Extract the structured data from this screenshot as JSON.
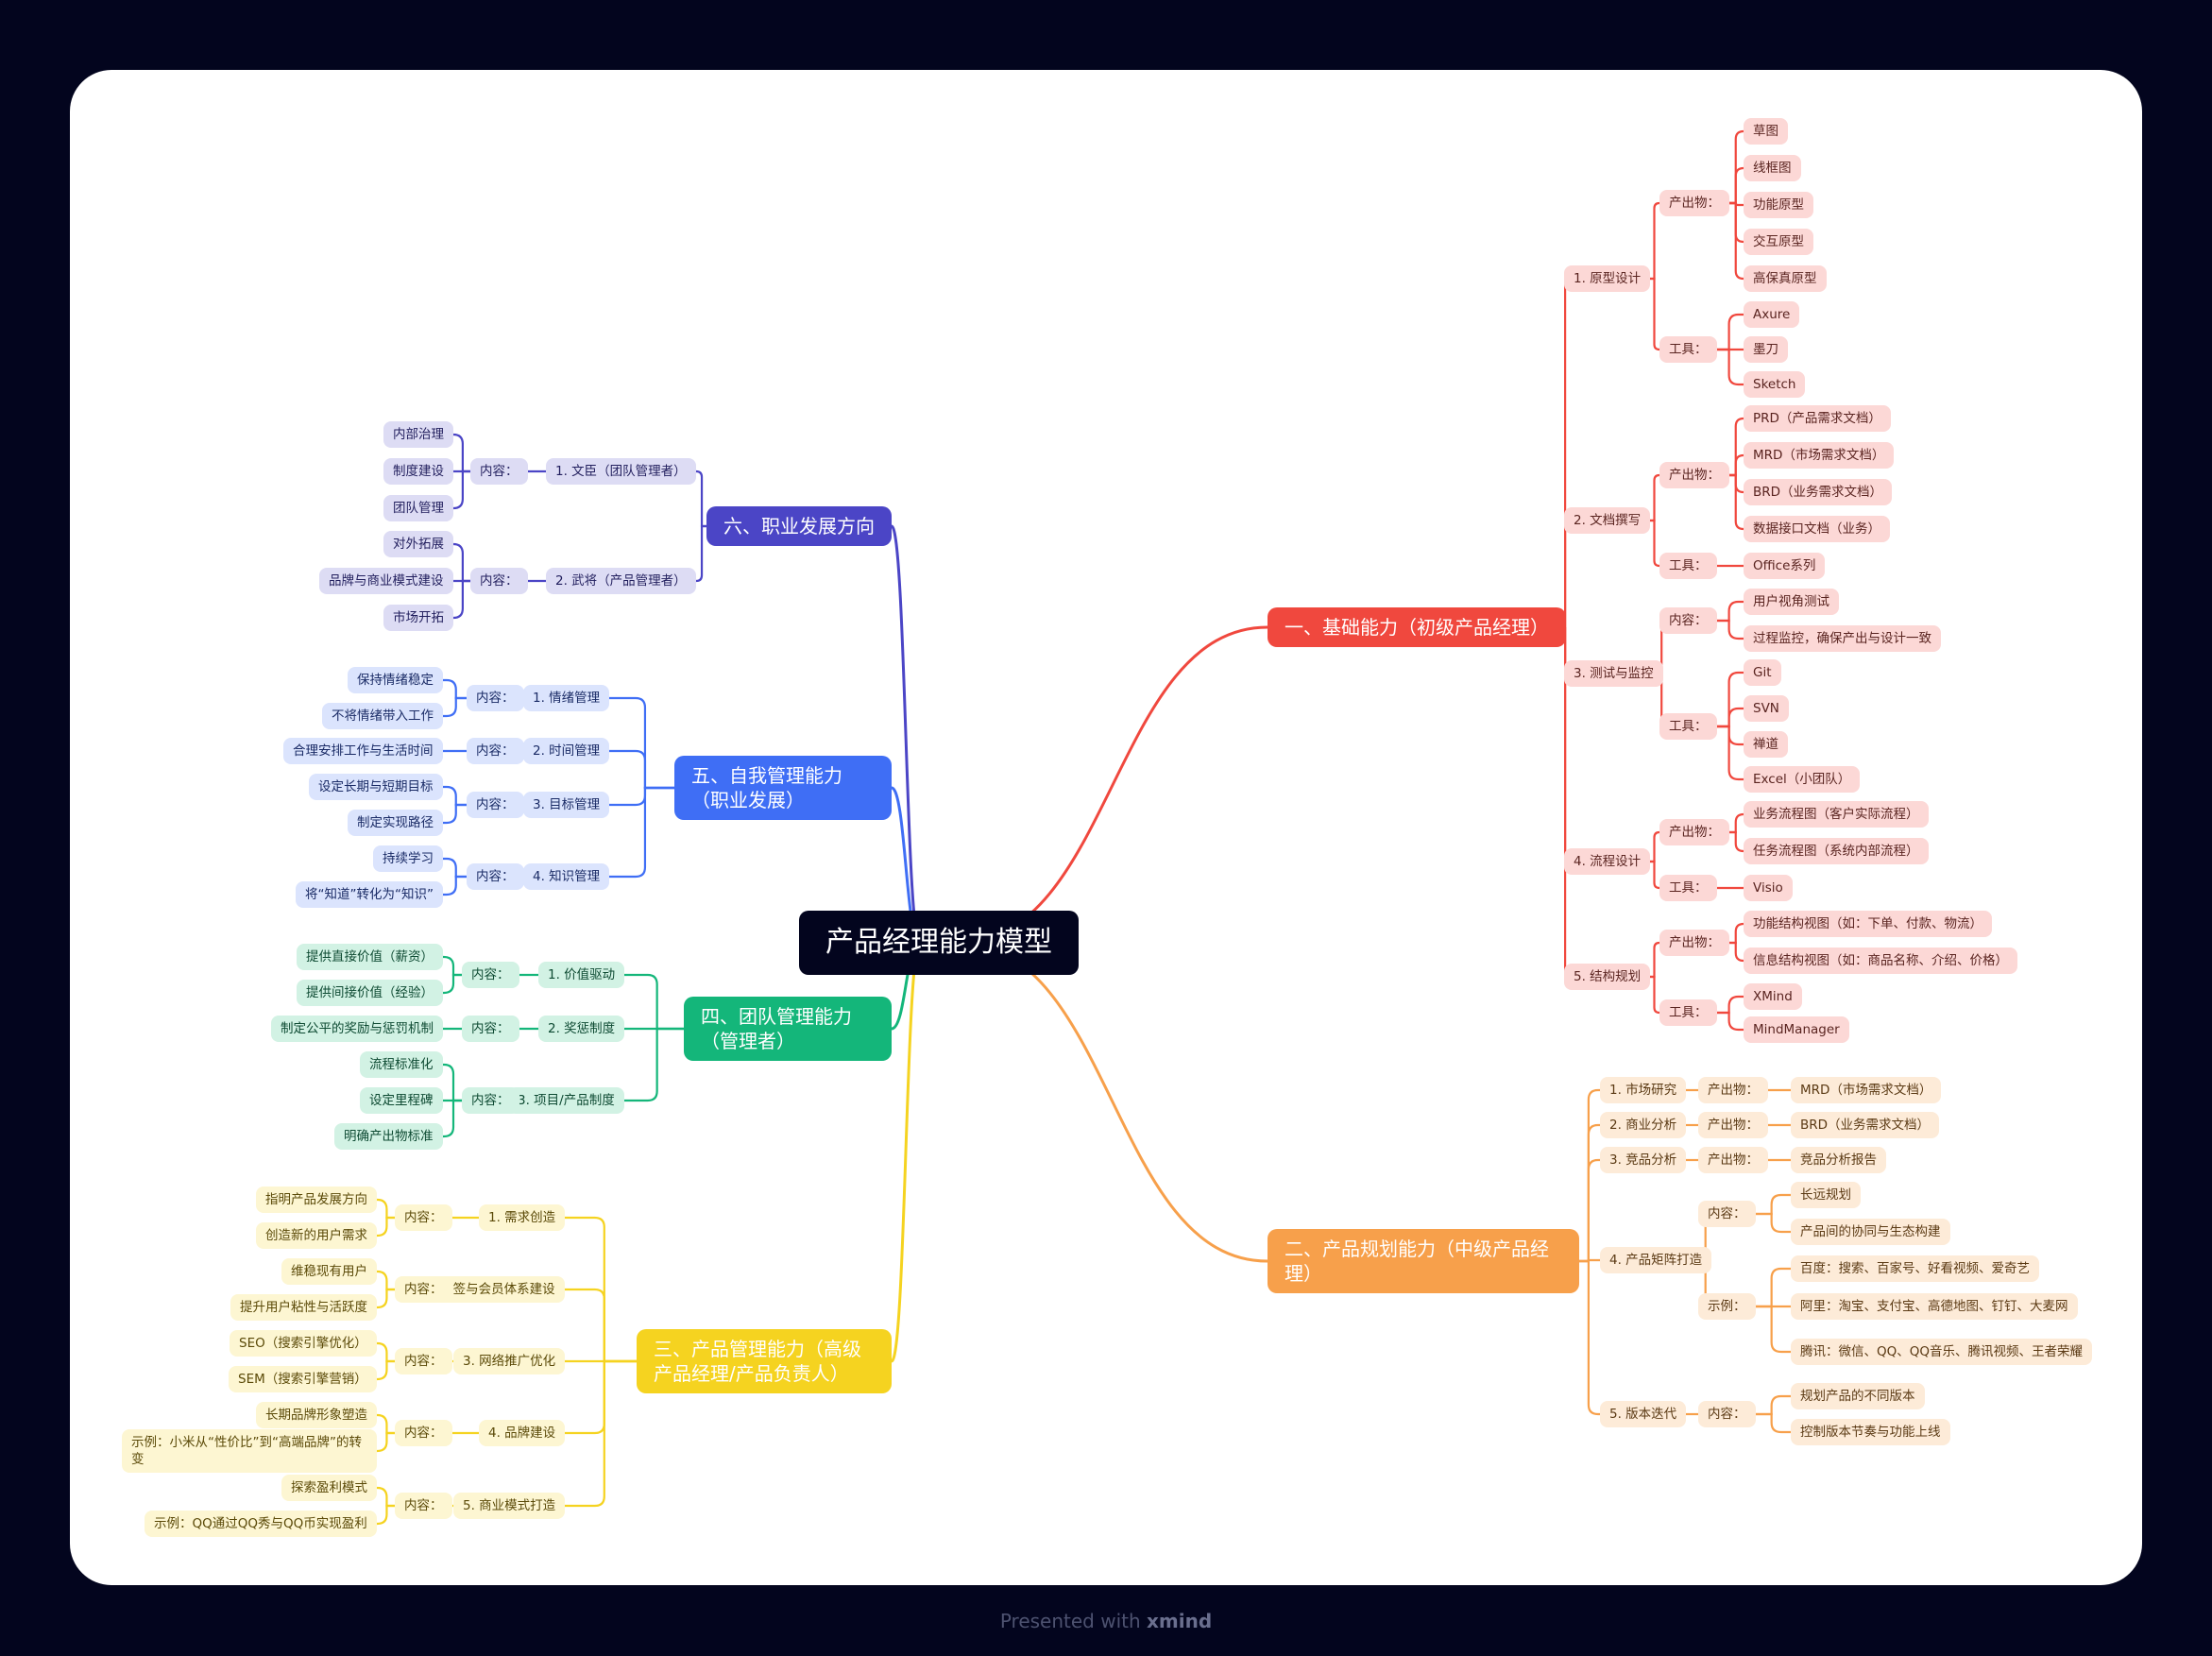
{
  "footer": {
    "prefix": "Presented with",
    "brand": "xmind"
  },
  "root": "产品经理能力模型",
  "branches": [
    {
      "title": "一、基础能力（初级产品经理）",
      "color": "#f0483e",
      "light": "#fcd8d6",
      "text": "#5a2420",
      "children": [
        {
          "text": "1. 原型设计",
          "children": [
            {
              "text": "产出物：",
              "children": [
                {
                  "text": "草图"
                },
                {
                  "text": "线框图"
                },
                {
                  "text": "功能原型"
                },
                {
                  "text": "交互原型"
                },
                {
                  "text": "高保真原型"
                }
              ]
            },
            {
              "text": "工具：",
              "children": [
                {
                  "text": "Axure"
                },
                {
                  "text": "墨刀"
                },
                {
                  "text": "Sketch"
                }
              ]
            }
          ]
        },
        {
          "text": "2. 文档撰写",
          "children": [
            {
              "text": "产出物：",
              "children": [
                {
                  "text": "PRD（产品需求文档）"
                },
                {
                  "text": "MRD（市场需求文档）"
                },
                {
                  "text": "BRD（业务需求文档）"
                },
                {
                  "text": "数据接口文档（业务）"
                }
              ]
            },
            {
              "text": "工具：",
              "children": [
                {
                  "text": "Office系列"
                }
              ]
            }
          ]
        },
        {
          "text": "3. 测试与监控",
          "children": [
            {
              "text": "内容：",
              "children": [
                {
                  "text": "用户视角测试"
                },
                {
                  "text": "过程监控，确保产出与设计一致"
                }
              ]
            },
            {
              "text": "工具：",
              "children": [
                {
                  "text": "Git"
                },
                {
                  "text": "SVN"
                },
                {
                  "text": "禅道"
                },
                {
                  "text": "Excel（小团队）"
                }
              ]
            }
          ]
        },
        {
          "text": "4. 流程设计",
          "children": [
            {
              "text": "产出物：",
              "children": [
                {
                  "text": "业务流程图（客户实际流程）"
                },
                {
                  "text": "任务流程图（系统内部流程）"
                }
              ]
            },
            {
              "text": "工具：",
              "children": [
                {
                  "text": "Visio"
                }
              ]
            }
          ]
        },
        {
          "text": "5. 结构规划",
          "children": [
            {
              "text": "产出物：",
              "children": [
                {
                  "text": "功能结构视图（如：下单、付款、物流）"
                },
                {
                  "text": "信息结构视图（如：商品名称、介绍、价格）"
                }
              ]
            },
            {
              "text": "工具：",
              "children": [
                {
                  "text": "XMind"
                },
                {
                  "text": "MindManager"
                }
              ]
            }
          ]
        }
      ]
    },
    {
      "title": "二、产品规划能力（中级产品经理）",
      "color": "#f7a04b",
      "light": "#fdebd8",
      "text": "#5b3a14",
      "children": [
        {
          "text": "1. 市场研究",
          "children": [
            {
              "text": "产出物：",
              "children": [
                {
                  "text": "MRD（市场需求文档）"
                }
              ]
            }
          ]
        },
        {
          "text": "2. 商业分析",
          "children": [
            {
              "text": "产出物：",
              "children": [
                {
                  "text": "BRD（业务需求文档）"
                }
              ]
            }
          ]
        },
        {
          "text": "3. 竞品分析",
          "children": [
            {
              "text": "产出物：",
              "children": [
                {
                  "text": "竞品分析报告"
                }
              ]
            }
          ]
        },
        {
          "text": "4. 产品矩阵打造",
          "children": [
            {
              "text": "内容：",
              "children": [
                {
                  "text": "长远规划"
                },
                {
                  "text": "产品间的协同与生态构建"
                }
              ]
            },
            {
              "text": "示例：",
              "children": [
                {
                  "text": "百度：搜索、百家号、好看视频、爱奇艺"
                },
                {
                  "text": "阿里：淘宝、支付宝、高德地图、钉钉、大麦网"
                },
                {
                  "text": "腾讯：微信、QQ、QQ音乐、腾讯视频、王者荣耀"
                }
              ]
            }
          ]
        },
        {
          "text": "5. 版本迭代",
          "children": [
            {
              "text": "内容：",
              "children": [
                {
                  "text": "规划产品的不同版本"
                },
                {
                  "text": "控制版本节奏与功能上线"
                }
              ]
            }
          ]
        }
      ]
    },
    {
      "title": "三、产品管理能力（高级产品经理/产品负责人）",
      "color": "#f5d320",
      "light": "#fdf6d2",
      "text": "#5b4a08",
      "children": [
        {
          "text": "1. 需求创造",
          "children": [
            {
              "text": "内容：",
              "children": [
                {
                  "text": "指明产品发展方向"
                },
                {
                  "text": "创造新的用户需求"
                }
              ]
            }
          ]
        },
        {
          "text": "2. 标签与会员体系建设",
          "children": [
            {
              "text": "内容：",
              "children": [
                {
                  "text": "维稳现有用户"
                },
                {
                  "text": "提升用户粘性与活跃度"
                }
              ]
            }
          ]
        },
        {
          "text": "3. 网络推广优化",
          "children": [
            {
              "text": "内容：",
              "children": [
                {
                  "text": "SEO（搜索引擎优化）"
                },
                {
                  "text": "SEM（搜索引擎营销）"
                }
              ]
            }
          ]
        },
        {
          "text": "4. 品牌建设",
          "children": [
            {
              "text": "内容：",
              "children": [
                {
                  "text": "长期品牌形象塑造"
                },
                {
                  "text": "示例：小米从“性价比”到“高端品牌”的转变"
                }
              ]
            }
          ]
        },
        {
          "text": "5. 商业模式打造",
          "children": [
            {
              "text": "内容：",
              "children": [
                {
                  "text": "探索盈利模式"
                },
                {
                  "text": "示例：QQ通过QQ秀与QQ币实现盈利"
                }
              ]
            }
          ]
        }
      ]
    },
    {
      "title": "四、团队管理能力（管理者）",
      "color": "#14b67a",
      "light": "#d2f2e4",
      "text": "#0d4a32",
      "children": [
        {
          "text": "1. 价值驱动",
          "children": [
            {
              "text": "内容：",
              "children": [
                {
                  "text": "提供直接价值（薪资）"
                },
                {
                  "text": "提供间接价值（经验）"
                }
              ]
            }
          ]
        },
        {
          "text": "2. 奖惩制度",
          "children": [
            {
              "text": "内容：",
              "children": [
                {
                  "text": "制定公平的奖励与惩罚机制"
                }
              ]
            }
          ]
        },
        {
          "text": "3. 项目/产品制度",
          "children": [
            {
              "text": "内容：",
              "children": [
                {
                  "text": "流程标准化"
                },
                {
                  "text": "设定里程碑"
                },
                {
                  "text": "明确产出物标准"
                }
              ]
            }
          ]
        }
      ]
    },
    {
      "title": "五、自我管理能力（职业发展）",
      "color": "#3f6ef5",
      "light": "#dbe4fd",
      "text": "#1a2b66",
      "children": [
        {
          "text": "1. 情绪管理",
          "children": [
            {
              "text": "内容：",
              "children": [
                {
                  "text": "保持情绪稳定"
                },
                {
                  "text": "不将情绪带入工作"
                }
              ]
            }
          ]
        },
        {
          "text": "2. 时间管理",
          "children": [
            {
              "text": "内容：",
              "children": [
                {
                  "text": "合理安排工作与生活时间"
                }
              ]
            }
          ]
        },
        {
          "text": "3. 目标管理",
          "children": [
            {
              "text": "内容：",
              "children": [
                {
                  "text": "设定长期与短期目标"
                },
                {
                  "text": "制定实现路径"
                }
              ]
            }
          ]
        },
        {
          "text": "4. 知识管理",
          "children": [
            {
              "text": "内容：",
              "children": [
                {
                  "text": "持续学习"
                },
                {
                  "text": "将“知道”转化为“知识”"
                }
              ]
            }
          ]
        }
      ]
    },
    {
      "title": "六、职业发展方向",
      "color": "#4b45c6",
      "light": "#dddcf4",
      "text": "#221f5e",
      "children": [
        {
          "text": "1. 文臣（团队管理者）",
          "children": [
            {
              "text": "内容：",
              "children": [
                {
                  "text": "内部治理"
                },
                {
                  "text": "制度建设"
                },
                {
                  "text": "团队管理"
                }
              ]
            }
          ]
        },
        {
          "text": "2. 武将（产品管理者）",
          "children": [
            {
              "text": "内容：",
              "children": [
                {
                  "text": "对外拓展"
                },
                {
                  "text": "品牌与商业模式建设"
                },
                {
                  "text": "市场开拓"
                }
              ]
            }
          ]
        }
      ]
    }
  ]
}
